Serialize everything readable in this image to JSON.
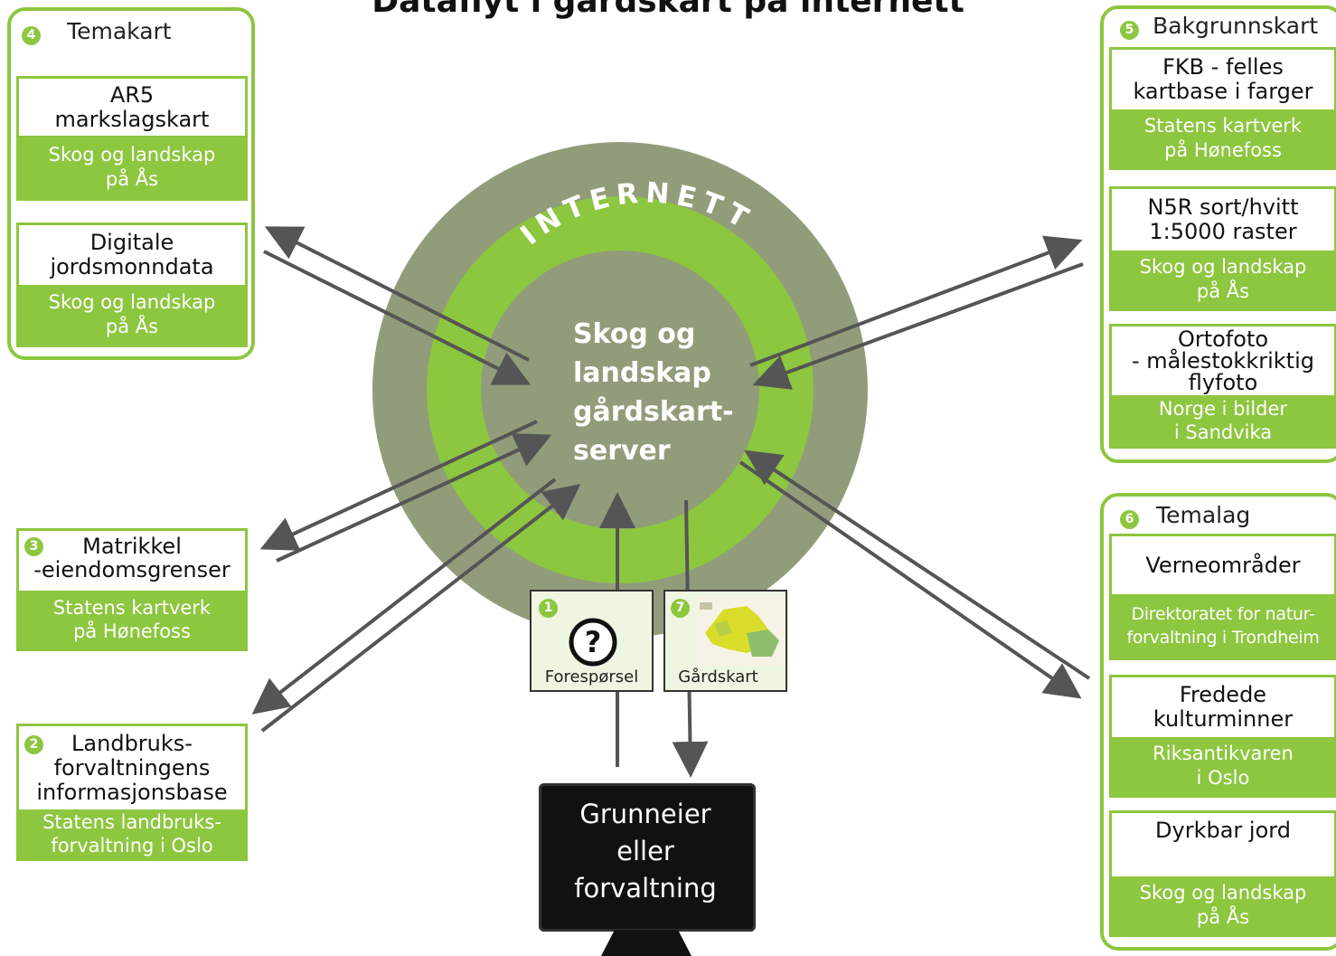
{
  "title": "Dataflyt i gårdskart på internett",
  "ring_label": "INTERNETT",
  "server": {
    "lines": [
      "Skog og",
      "landskap",
      "gårdskart-",
      "server"
    ]
  },
  "groups": {
    "temakart": {
      "number": "4",
      "title": "Temakart",
      "boxes": [
        {
          "top": [
            "AR5",
            "markslagskart"
          ],
          "bottom": [
            "Skog og landskap",
            "på Ås"
          ]
        },
        {
          "top": [
            "Digitale",
            "jordsmonndata"
          ],
          "bottom": [
            "Skog og landskap",
            "på Ås"
          ]
        }
      ]
    },
    "bakgrunnskart": {
      "number": "5",
      "title": "Bakgrunnskart",
      "boxes": [
        {
          "top": [
            "FKB - felles",
            "kartbase i farger"
          ],
          "bottom": [
            "Statens kartverk",
            "på Hønefoss"
          ]
        },
        {
          "top": [
            "N5R sort/hvitt",
            "1:5000 raster"
          ],
          "bottom": [
            "Skog og landskap",
            "på Ås"
          ]
        },
        {
          "top": [
            "Ortofoto",
            "- målestokkriktig",
            "flyfoto"
          ],
          "bottom": [
            "Norge i bilder",
            "i Sandvika"
          ]
        }
      ]
    },
    "temalag": {
      "number": "6",
      "title": "Temalag",
      "boxes": [
        {
          "top": [
            "Verneområder"
          ],
          "bottom": [
            "Direktoratet for natur-",
            "forvaltning i Trondheim"
          ]
        },
        {
          "top": [
            "Fredede",
            "kulturminner"
          ],
          "bottom": [
            "Riksantikvaren",
            "i Oslo"
          ]
        },
        {
          "top": [
            "Dyrkbar jord"
          ],
          "bottom": [
            "Skog og landskap",
            "på Ås"
          ]
        }
      ]
    },
    "matrikkel": {
      "number": "3",
      "title": "Matrikkel",
      "title2": "-eiendomsgrenser",
      "bottom": [
        "Statens kartverk",
        "på Hønefoss"
      ]
    },
    "landbruk": {
      "number": "2",
      "title": "Landbruks-",
      "title2": "forvaltningens",
      "title3": "informasjonsbase",
      "bottom": [
        "Statens landbruks-",
        "forvaltning i Oslo"
      ]
    }
  },
  "cards": {
    "request": {
      "number": "1",
      "icon": "question-icon",
      "label": "Forespørsel"
    },
    "farmmap": {
      "number": "7",
      "icon": "map-thumbnail",
      "label": "Gårdskart"
    }
  },
  "monitor": {
    "lines": [
      "Grunneier",
      "eller",
      "forvaltning"
    ]
  },
  "colors": {
    "green": "#8dc63f",
    "olive": "#919d7a",
    "arrow": "#555555"
  }
}
